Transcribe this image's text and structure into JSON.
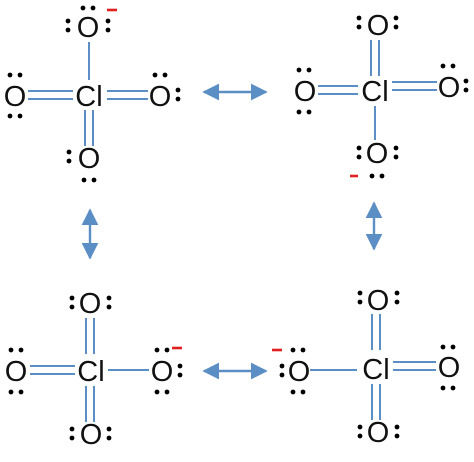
{
  "diagram": {
    "central_atom_label": "Cl",
    "oxygen_label": "O",
    "charge_symbol": "-",
    "colors": {
      "atom_text": "#111111",
      "lone_pair_dots": "#000000",
      "bond_lines": "#5b8ec4",
      "resonance_arrows": "#5b8ec4",
      "formal_charge": "#e02020"
    },
    "resonance_structures": [
      {
        "name": "top-left",
        "bonds": {
          "top": "single",
          "left": "double",
          "right": "double",
          "bottom": "double"
        },
        "negative_oxygen": "top"
      },
      {
        "name": "top-right",
        "bonds": {
          "top": "double",
          "left": "double",
          "right": "double",
          "bottom": "single"
        },
        "negative_oxygen": "bottom"
      },
      {
        "name": "bottom-left",
        "bonds": {
          "top": "double",
          "left": "double",
          "right": "single",
          "bottom": "double"
        },
        "negative_oxygen": "right"
      },
      {
        "name": "bottom-right",
        "bonds": {
          "top": "double",
          "left": "single",
          "right": "double",
          "bottom": "double"
        },
        "negative_oxygen": "left"
      }
    ],
    "arrows": [
      "top-horizontal",
      "right-vertical",
      "bottom-horizontal",
      "left-vertical"
    ],
    "arrow_style": "double-headed"
  }
}
